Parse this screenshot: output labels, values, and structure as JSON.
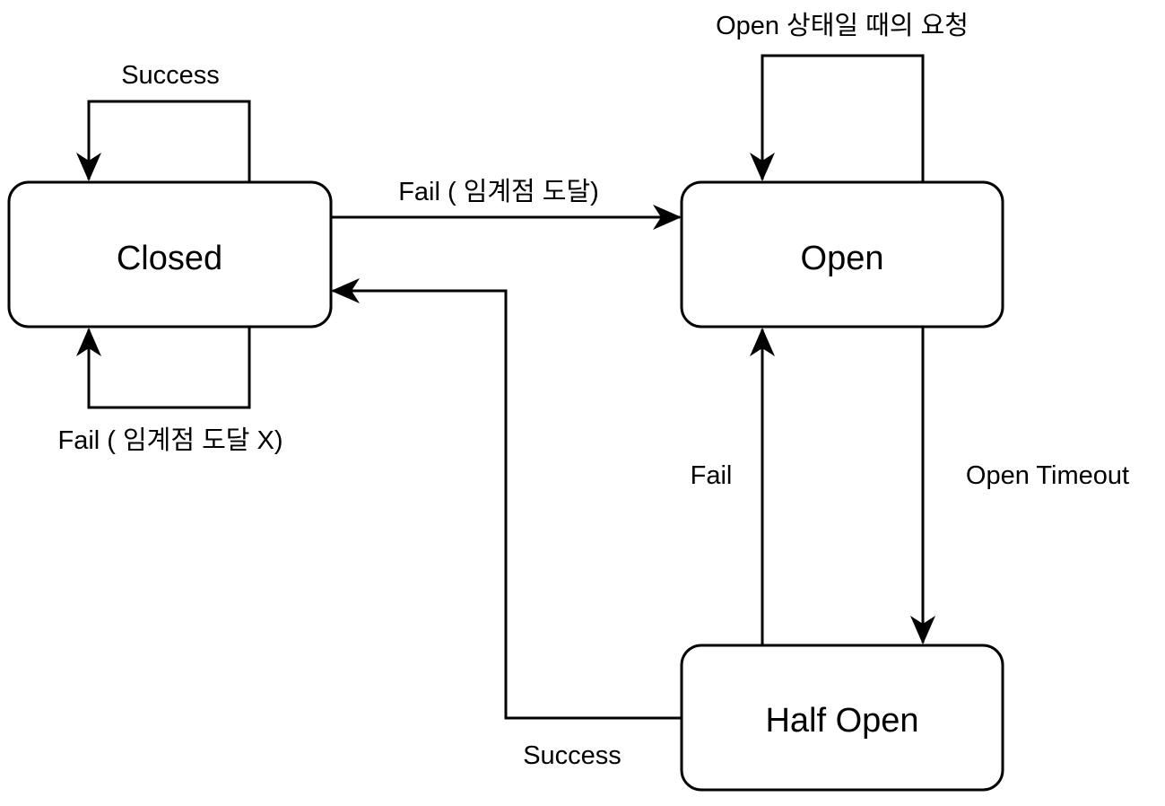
{
  "states": {
    "closed": {
      "label": "Closed"
    },
    "open": {
      "label": "Open"
    },
    "half_open": {
      "label": "Half Open"
    }
  },
  "transitions": {
    "closed_success": {
      "label": "Success"
    },
    "closed_fail_below_threshold": {
      "label": "Fail ( 임계점 도달 X)"
    },
    "closed_to_open": {
      "label": "Fail ( 임계점 도달)"
    },
    "open_request": {
      "label": "Open 상태일 때의 요청"
    },
    "open_to_half_open": {
      "label": "Open Timeout"
    },
    "half_open_to_open": {
      "label": "Fail"
    },
    "half_open_to_closed": {
      "label": "Success"
    }
  },
  "colors": {
    "stroke": "#000000",
    "background": "#ffffff"
  }
}
